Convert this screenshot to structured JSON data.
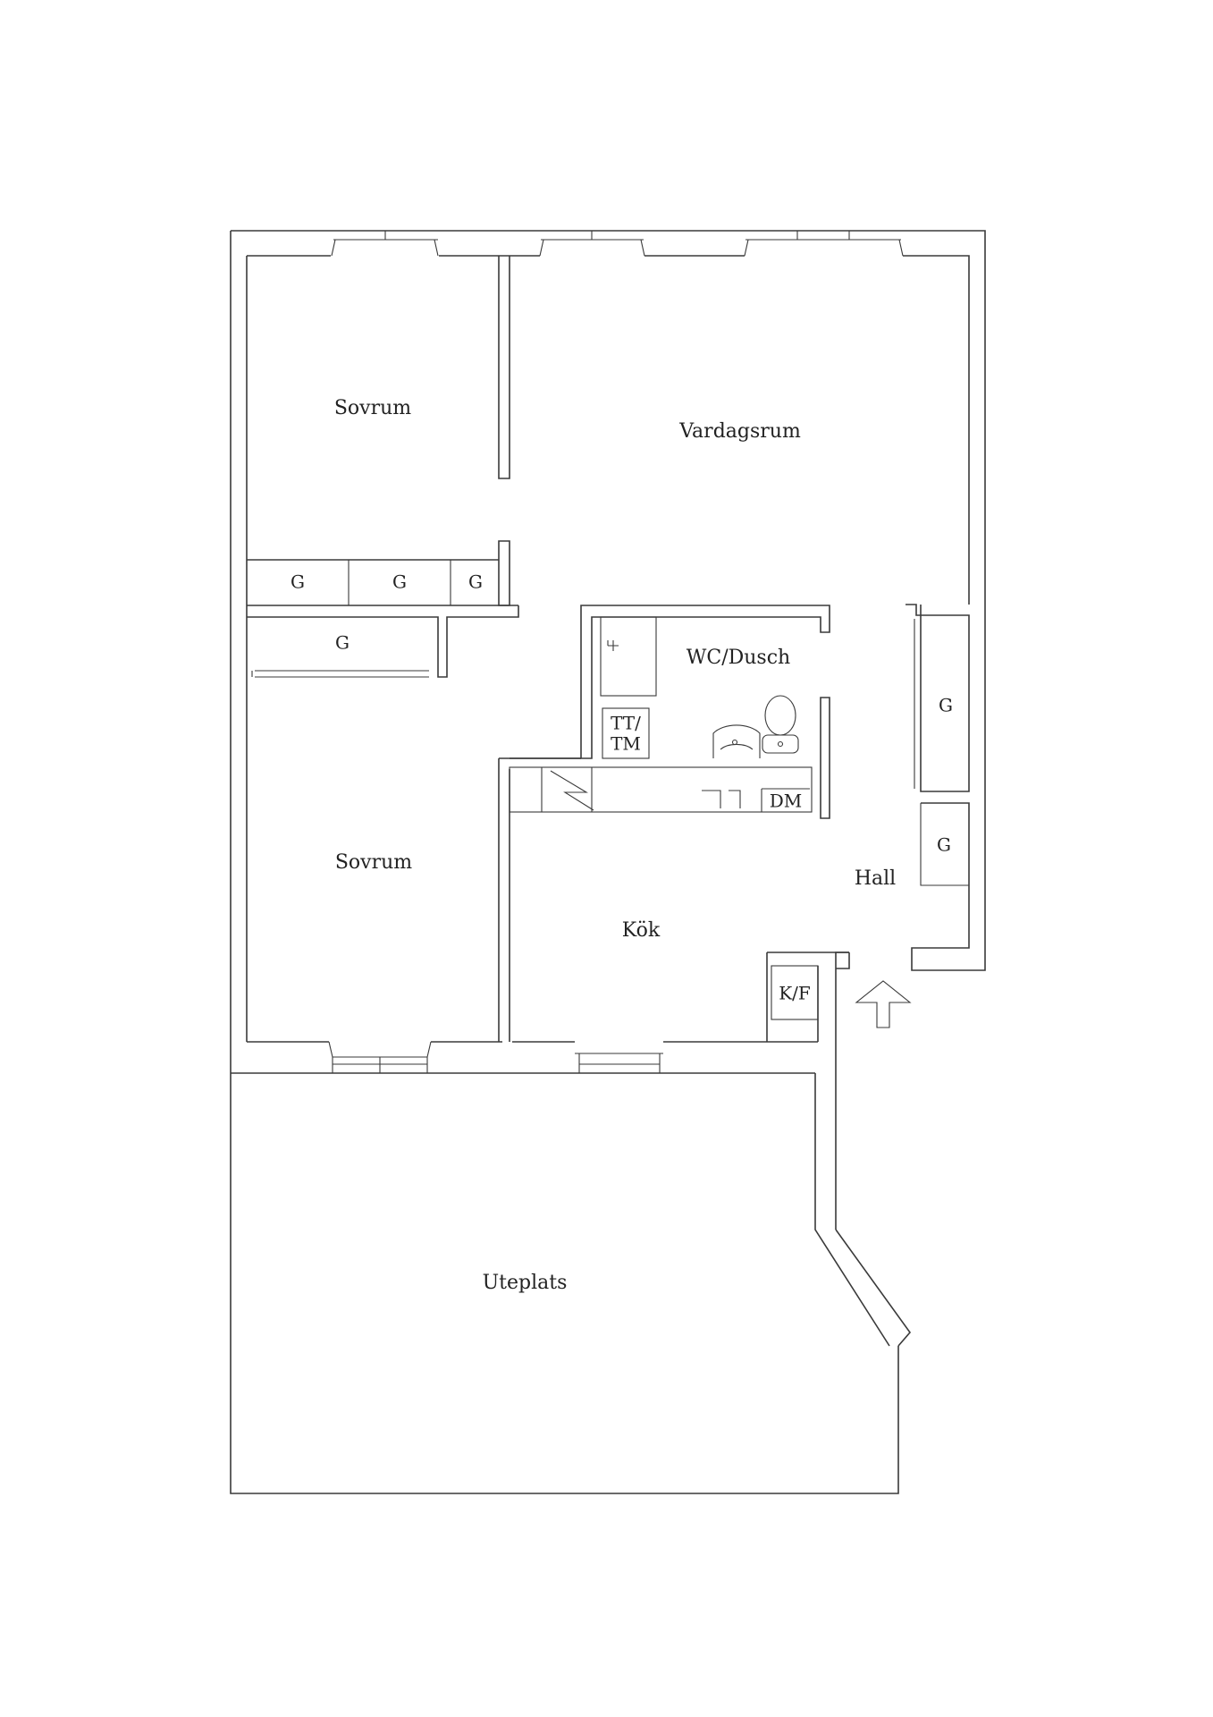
{
  "rooms": {
    "sovrum_top": "Sovrum",
    "vardagsrum": "Vardagsrum",
    "wc_dusch": "WC/Dusch",
    "sovrum_bottom": "Sovrum",
    "kok": "Kök",
    "hall": "Hall",
    "uteplats": "Uteplats"
  },
  "fixtures": {
    "garderob": "G",
    "tt": "TT/",
    "tm": "TM",
    "dm": "DM",
    "kf": "K/F"
  }
}
